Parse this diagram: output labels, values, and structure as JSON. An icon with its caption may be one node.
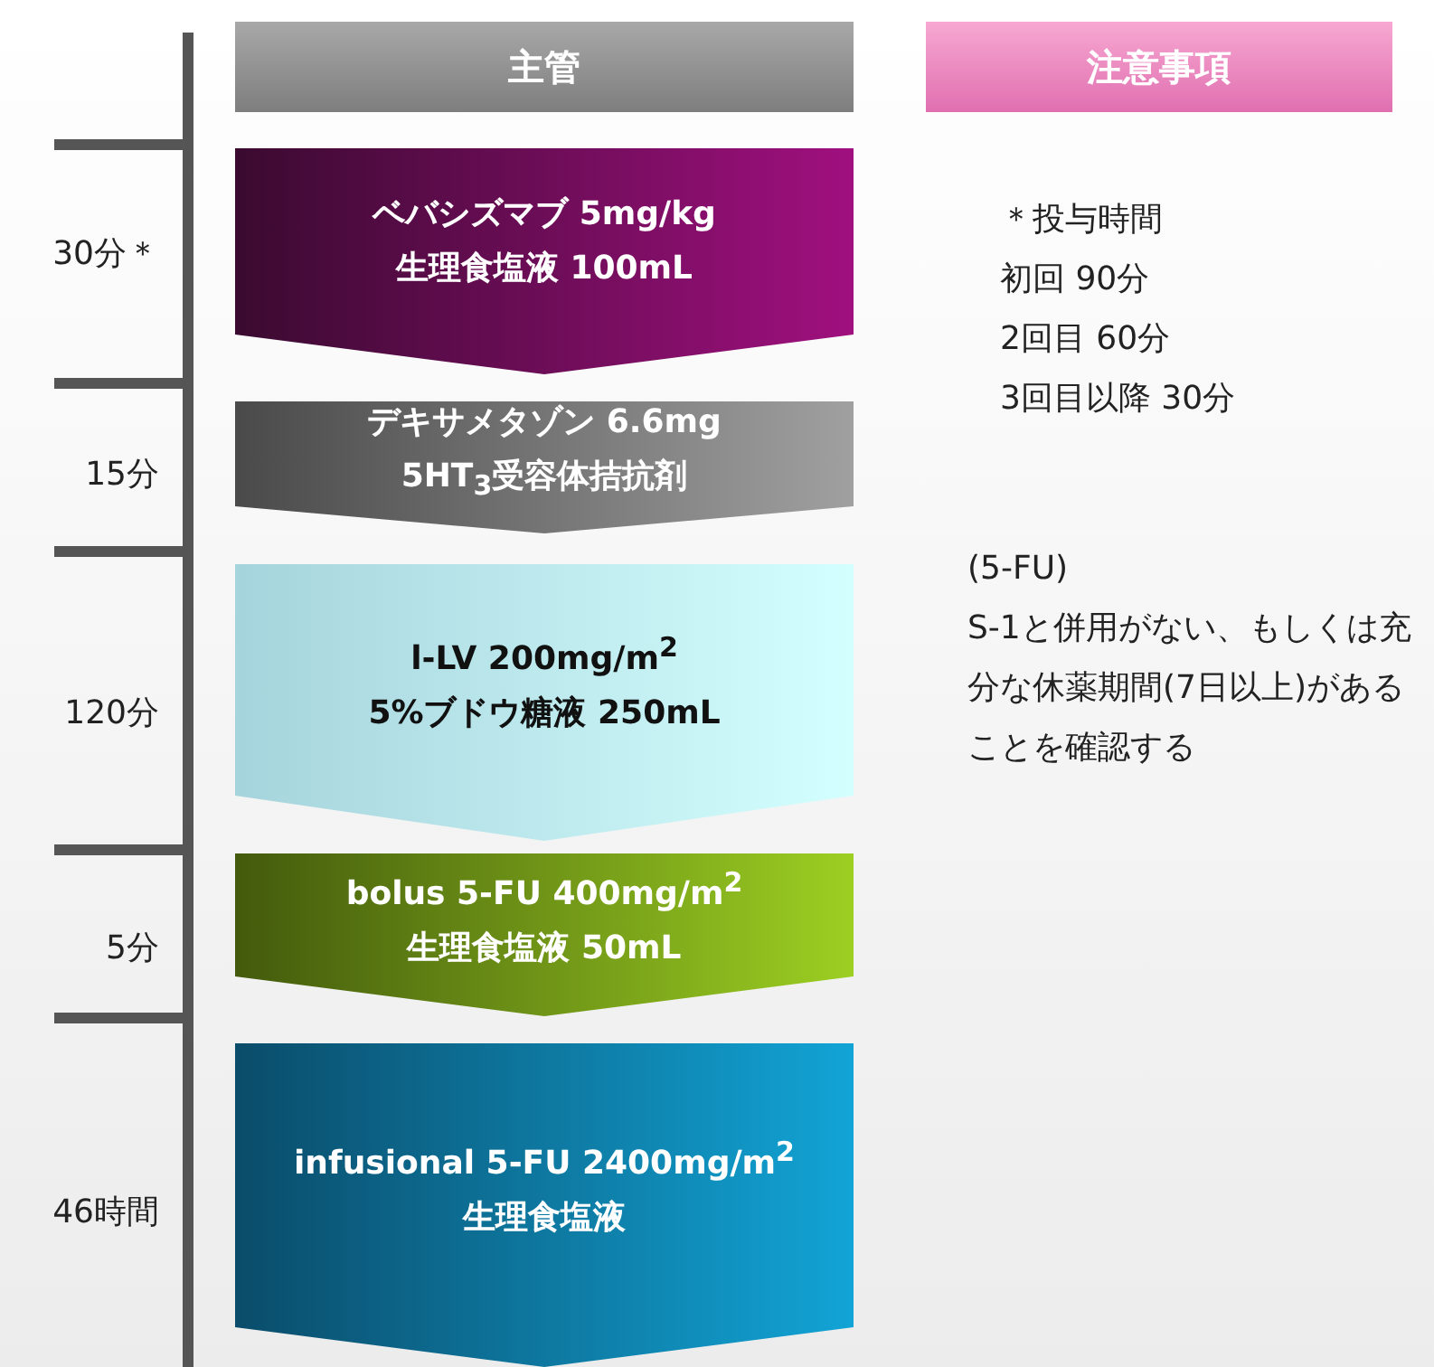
{
  "diagram": {
    "nodes": [
      {
        "text": [
          "主管"
        ]
      },
      {
        "text": [
          "注意事項"
        ]
      },
      {
        "text": [
          "ベバシズマブ 5mg/kg",
          "生理食塩液 100mL"
        ]
      },
      {
        "text": [
          "デキサメタゾン 6.6mg",
          "5HT$_{3}$受容体拮抗剤"
        ]
      },
      {
        "text": [
          "l-LV 200mg/m$^{2}$",
          "5%ブドウ糖液 250mL"
        ]
      },
      {
        "text": [
          "bolus 5-FU 400mg/m$^{2}$",
          "生理食塩液 50mL"
        ]
      },
      {
        "text": [
          "infusional 5-FU 2400mg/m$^{2}$",
          "生理食塩液"
        ]
      }
    ],
    "edges": [],
    "labels": [
      "30分＊",
      "15分",
      "120分",
      "5分",
      "46時間",
      "＊投与時間",
      "初回 90分",
      "2回目 60分",
      "3回目以降 30分",
      "(5-FU)",
      "S-1と併用がない、もしくは充分な休薬期間(7日以上)があることを確認する"
    ]
  }
}
